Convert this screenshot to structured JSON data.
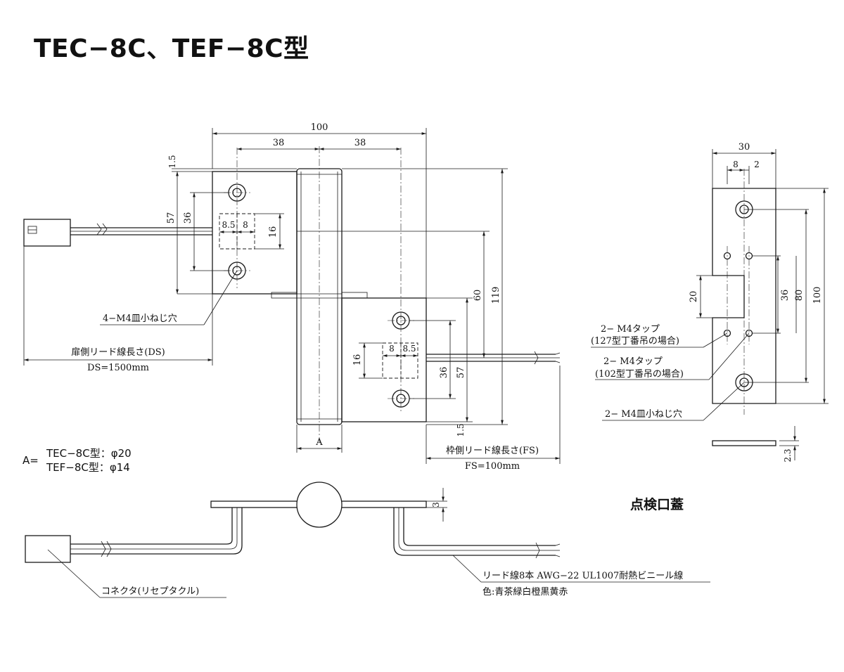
{
  "title": "TEC−8C、TEF−8C型",
  "dims": {
    "d100": "100",
    "d38a": "38",
    "d38b": "38",
    "d1_5a": "1.5",
    "d57a": "57",
    "d36a": "36",
    "d8_5a": "8.5",
    "d8a": "8",
    "d16a": "16",
    "d60": "60",
    "d119": "119",
    "d16b": "16",
    "d8b": "8",
    "d8_5b": "8.5",
    "d36b": "36",
    "d57b": "57",
    "d1_5b": "1.5",
    "dA": "A",
    "d3": "3",
    "d30": "30",
    "d8c": "8",
    "d2": "2",
    "d20": "20",
    "d36c": "36",
    "d80": "80",
    "d100b": "100",
    "d2_3": "2.3"
  },
  "labels": {
    "screw_hole_4": "4−M4皿小ねじ穴",
    "door_lead_label": "扉側リード線長さ(DS)",
    "door_lead_value": "DS=1500mm",
    "frame_lead_label": "枠側リード線長さ(FS)",
    "frame_lead_value": "FS=100mm",
    "a_prefix": "A=",
    "a_tec": "TEC−8C型：φ20",
    "a_tef": "TEF−8C型：φ14",
    "tap_127_line1": "2− M4タップ",
    "tap_127_line2": "(127型丁番吊の場合)",
    "tap_102_line1": "2− M4タップ",
    "tap_102_line2": "(102型丁番吊の場合)",
    "screw_hole_2": "2− M4皿小ねじ穴",
    "cover_title": "点検口蓋",
    "connector": "コネクタ(リセプタクル)",
    "lead_wire_line1": "リード線8本 AWG−22 UL1007耐熱ビニール線",
    "lead_wire_line2": "色:青茶緑白橙黒黄赤"
  }
}
